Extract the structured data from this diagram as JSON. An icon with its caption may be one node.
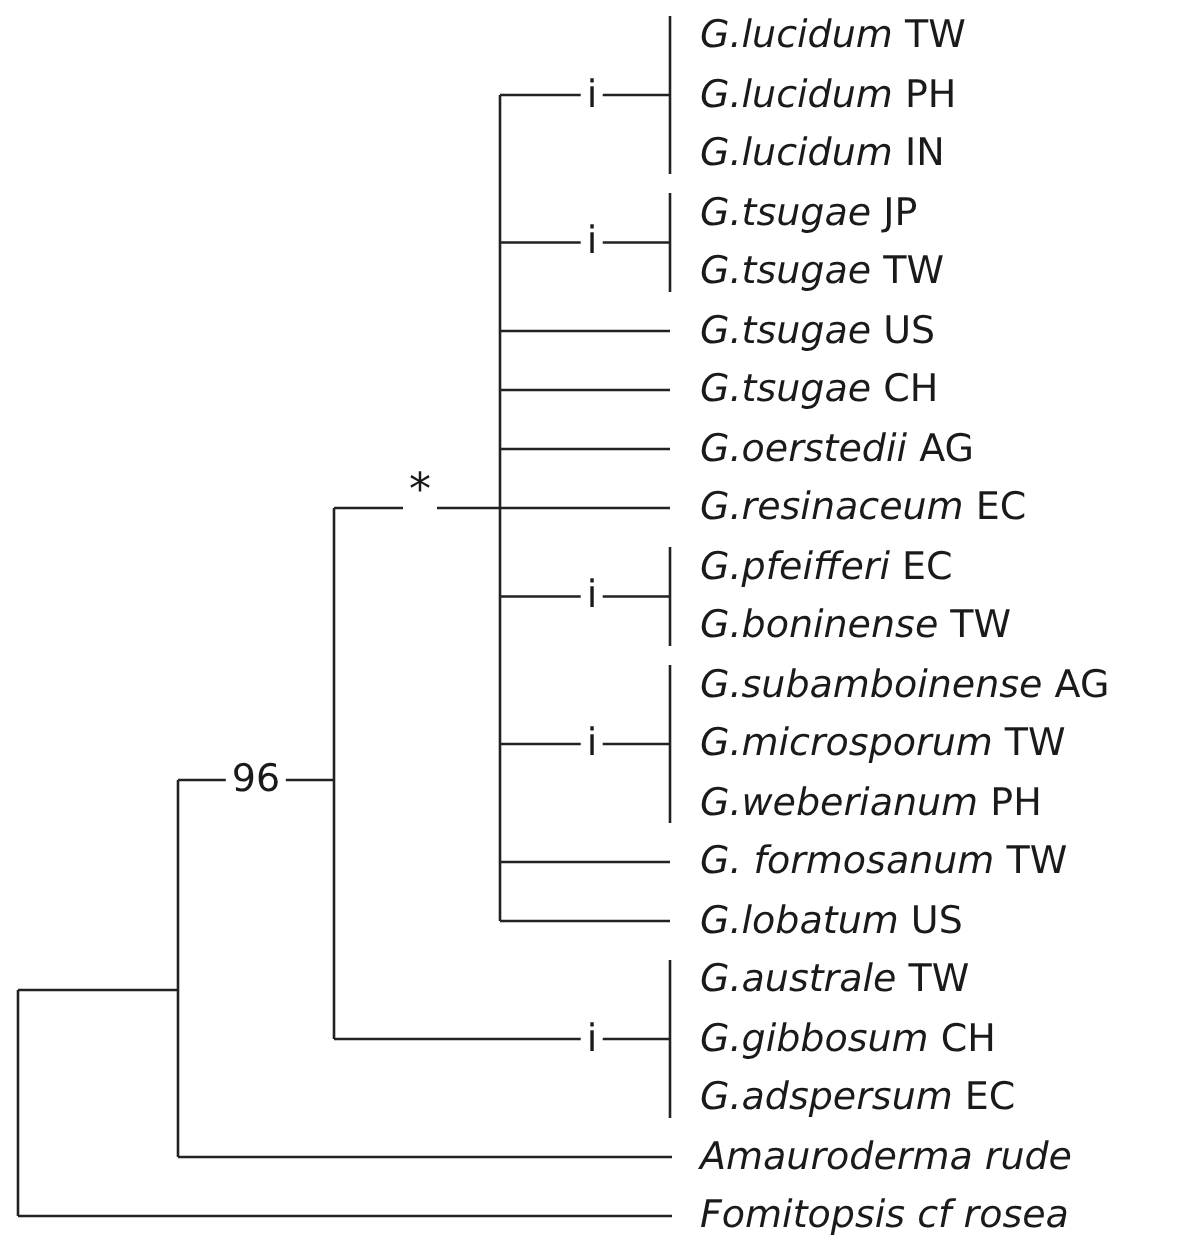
{
  "diagram": {
    "labels": [
      "*G.lucidum* TW",
      "i",
      "*G.lucidum* PH",
      "*G.lucidum* IN",
      "*G.tsugae* JP",
      "i",
      "*G.tsugae* TW",
      "*G.tsugae* US",
      "*G.tsugae* CH",
      "*G.oerstedii* AG",
      "*",
      "*G.resinaceum* EC",
      "*G.pfeifferi* EC",
      "i",
      "*G.boninense* TW",
      "*G.subamboinense* AG",
      "i",
      "*G.microsporum* TW",
      "*G.weberianum* PH",
      "96",
      "*G. formosanum* TW",
      "*G.lobatum* US",
      "*G.australe* TW",
      "i",
      "*G.gibbosum* CH",
      "*G.adspersum* EC",
      "Amauroderma rude",
      "Fomitopsis cf rosea"
    ]
  }
}
